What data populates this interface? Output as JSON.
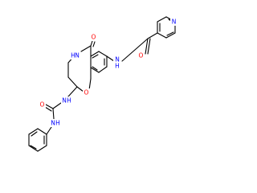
{
  "colors": {
    "bond": "#000000",
    "carbon": "#000000",
    "nitrogen": "#0000ff",
    "oxygen": "#ff0000",
    "background": "#ffffff"
  },
  "labels": {
    "oxygen_ring": "O",
    "oxygen_ketone": "O",
    "oxygen_amide_top": "O",
    "oxygen_urea": "O",
    "nitrogen_lactam": "N",
    "nitrogen_lactam_h": "H",
    "nitrogen_amide": "N",
    "nitrogen_amide_h": "H",
    "nitrogen_pyridine": "N",
    "nitrogen_urea_1": "N",
    "nitrogen_urea_1_h": "H",
    "nitrogen_urea_2": "N",
    "nitrogen_urea_2_h": "H"
  }
}
